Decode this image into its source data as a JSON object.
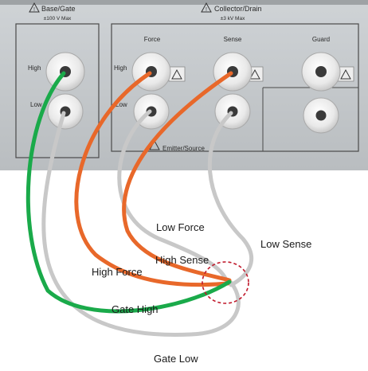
{
  "panel": {
    "base_gate": {
      "title": "Base/Gate",
      "rating": "±100 V  Max",
      "high_label": "High",
      "low_label": "Low"
    },
    "collector_drain": {
      "title": "Collector/Drain",
      "rating": "±3 kV  Max",
      "high_label": "High",
      "low_label": "Low",
      "columns": [
        "Force",
        "Sense",
        "Guard"
      ]
    },
    "emitter_source": {
      "title": "Emitter/Source"
    }
  },
  "wires": {
    "low_force": {
      "label": "Low Force",
      "color": "#c8c8c8"
    },
    "low_sense": {
      "label": "Low Sense",
      "color": "#c8c8c8"
    },
    "high_sense": {
      "label": "High Sense",
      "color": "#e8682a"
    },
    "high_force": {
      "label": "High Force",
      "color": "#e8682a"
    },
    "gate_high": {
      "label": "Gate High",
      "color": "#1aaa4a"
    },
    "gate_low": {
      "label": "Gate Low",
      "color": "#c8c8c8"
    }
  },
  "highlight": {
    "color": "#c0182a"
  }
}
